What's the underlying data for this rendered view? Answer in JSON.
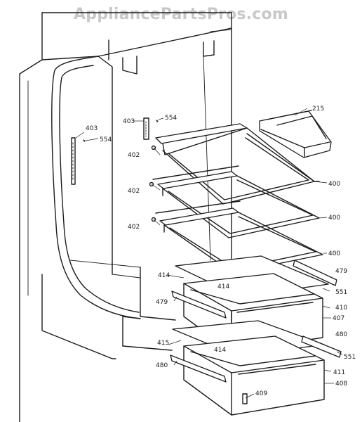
{
  "watermark": "AppliancePartsPros.com",
  "callouts": [
    {
      "id": "403a",
      "text": "403"
    },
    {
      "id": "554a",
      "text": "554"
    },
    {
      "id": "403b",
      "text": "403"
    },
    {
      "id": "554b",
      "text": "554"
    },
    {
      "id": "215",
      "text": "215"
    },
    {
      "id": "402a",
      "text": "402"
    },
    {
      "id": "402b",
      "text": "402"
    },
    {
      "id": "402c",
      "text": "402"
    },
    {
      "id": "400a",
      "text": "400"
    },
    {
      "id": "400b",
      "text": "400"
    },
    {
      "id": "400c",
      "text": "400"
    },
    {
      "id": "414a",
      "text": "414"
    },
    {
      "id": "414b",
      "text": "414"
    },
    {
      "id": "479a",
      "text": "479"
    },
    {
      "id": "551a",
      "text": "551"
    },
    {
      "id": "410",
      "text": "410"
    },
    {
      "id": "479b",
      "text": "479"
    },
    {
      "id": "407",
      "text": "407"
    },
    {
      "id": "480a",
      "text": "480"
    },
    {
      "id": "415",
      "text": "415"
    },
    {
      "id": "414c",
      "text": "414"
    },
    {
      "id": "551b",
      "text": "551"
    },
    {
      "id": "480b",
      "text": "480"
    },
    {
      "id": "411",
      "text": "411"
    },
    {
      "id": "408",
      "text": "408"
    },
    {
      "id": "409",
      "text": "409"
    }
  ]
}
